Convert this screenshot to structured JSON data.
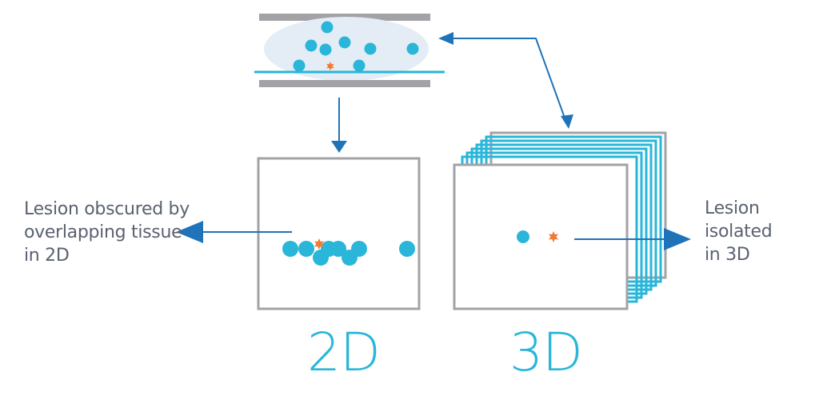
{
  "labels": {
    "label_2d": "2D",
    "label_3d": "3D"
  },
  "captions": {
    "obscured": [
      "Lesion obscured by",
      "overlapping tissue",
      "in 2D"
    ],
    "isolated": [
      "Lesion",
      "isolated",
      "in 3D"
    ]
  },
  "colors": {
    "cyan": "#29b6d9",
    "arrow_blue": "#1f73b8",
    "lesion_orange": "#f07a37",
    "frame_gray": "#a3a3a7",
    "text_gray": "#5a6170",
    "compression_fill": "#e4edf5"
  },
  "icons": [
    "lesion-star-icon",
    "tissue-dot-icon"
  ]
}
